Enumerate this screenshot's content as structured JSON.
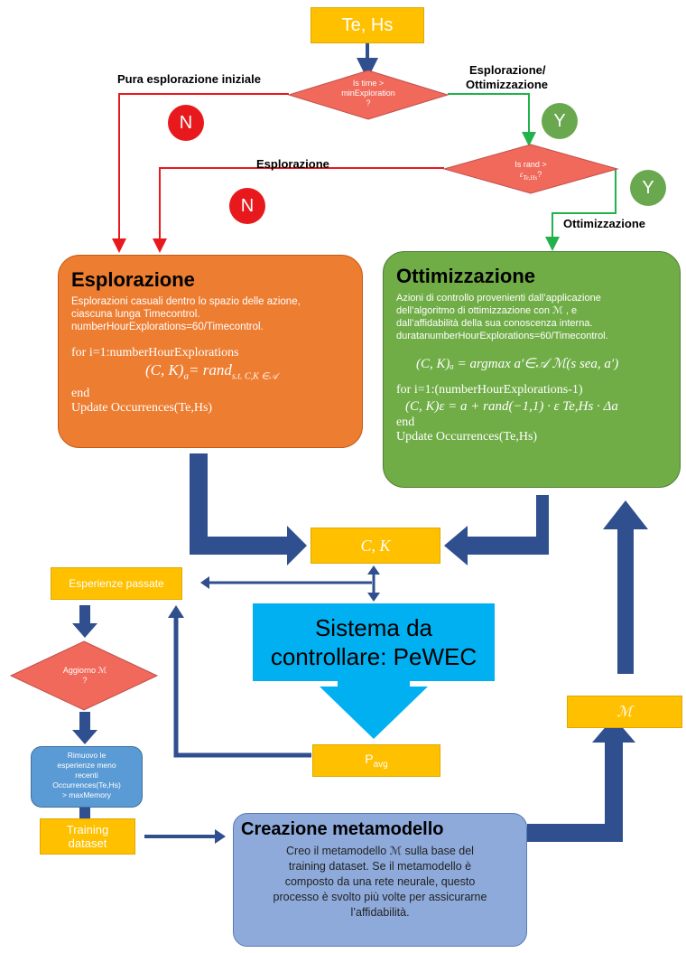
{
  "top_input": "Te, Hs",
  "decision_time": {
    "line1": "Is time >",
    "line2": "minExploration",
    "line3": "?"
  },
  "decision_rand": {
    "line1": "Is rand >",
    "line2": "ε",
    "line2_sub": "Te,Hs",
    "line2_end": "?"
  },
  "labels": {
    "pure_exploration": "Pura esplorazione iniziale",
    "explore_optimize_1": "Esplorazione/",
    "explore_optimize_2": "Ottimizzazione",
    "exploration": "Esplorazione",
    "optimization": "Ottimizzazione"
  },
  "circles": {
    "n1": "N",
    "y1": "Y",
    "n2": "N",
    "y2": "Y"
  },
  "esplorazione_box": {
    "title": "Esplorazione",
    "desc1": "Esplorazioni casuali dentro lo spazio delle azione,",
    "desc2": "ciascuna lunga Timecontrol.",
    "desc3": "numberHourExplorations=60/Timecontrol.",
    "loop": "for i=1:numberHourExplorations",
    "eq_lhs": "(C, K)",
    "eq_sub": "a",
    "eq_rhs": "= rand",
    "eq_rhs_sub": "s.t. C,K ∈𝒜",
    "end": "end",
    "update": "Update Occurrences(Te,Hs)"
  },
  "ottimizzazione_box": {
    "title": "Ottimizzazione",
    "desc1": "Azioni di controllo provenienti dall’applicazione",
    "desc2": "dell’algoritmo di ottimizzazione con ℳ , e",
    "desc3": "dall’affidabilità della sua conoscenza interna.",
    "desc4": "duratanumberHourExplorations=60/Timecontrol.",
    "eq1": "(C, K)ₐ = argmax a′∈𝒜 ℳ(s sea, a′)",
    "loop": "for i=1:(numberHourExplorations-1)",
    "eq2": "(C, K)ε = a + rand(−1,1) · ε Te,Hs · Δa",
    "end": "end",
    "update": "Update Occurrences(Te,Hs)"
  },
  "ck_box": "C, K",
  "esperienze": "Esperienze passate",
  "sistema": {
    "line1": "Sistema da",
    "line2": "controllare: PeWEC"
  },
  "pavg": {
    "main": "P",
    "sub": "avg"
  },
  "aggiorno": {
    "line1": "Aggiorno ℳ",
    "line2": "?"
  },
  "rimuovo": [
    "Rimuovo le",
    "esperienze meno",
    "recenti",
    "Occurrences(Te,Hs)",
    "> maxMemory"
  ],
  "training": {
    "line1": "Training",
    "line2": "dataset"
  },
  "metamodel_symbol": "ℳ",
  "creazione": {
    "title": "Creazione metamodello",
    "line1": "Creo il metamodello ℳ sulla base del",
    "line2": "training dataset. Se il metamodello è",
    "line3": "composto da una rete neurale, questo",
    "line4": "processo è svolto più volte per assicurarne",
    "line5": "l’affidabilità."
  },
  "colors": {
    "yellow": "#ffc000",
    "diamond": "#f0695a",
    "red": "#e8191d",
    "green": "#6aa84f",
    "orange": "#ed7d31",
    "opt_green": "#70ad47",
    "navy": "#2f4f8f",
    "cyan": "#00b0f0",
    "blue_box": "#5b9bd5",
    "lav": "#8eaadb"
  }
}
